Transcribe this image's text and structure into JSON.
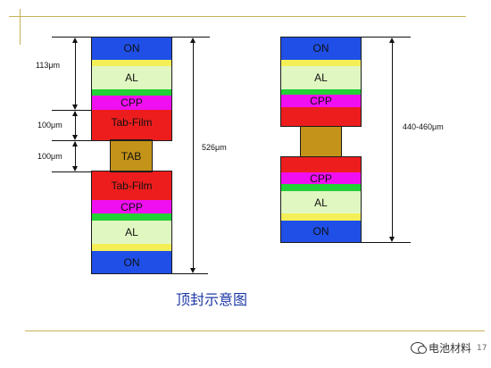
{
  "caption": "顶封示意图",
  "watermark": {
    "text": "电池材料",
    "icon": "wechat-icon"
  },
  "page_number": "17",
  "layer_labels": {
    "on": "ON",
    "al": "AL",
    "cpp": "CPP",
    "tab_film": "Tab-Film",
    "tab": "TAB"
  },
  "dimensions": {
    "d113": "113μm",
    "d100a": "100μm",
    "d100b": "100μm",
    "d526": "526μm",
    "d440": "440-460μm"
  },
  "colors": {
    "on": "#1f4fe6",
    "yellow": "#f4ef57",
    "al": "#e0f7c1",
    "green": "#21d135",
    "cpp": "#f00ff0",
    "tab_film": "#ee1d1d",
    "tab": "#c49319",
    "accent_rule": "#c6b25a",
    "caption": "#1f3aa6"
  }
}
